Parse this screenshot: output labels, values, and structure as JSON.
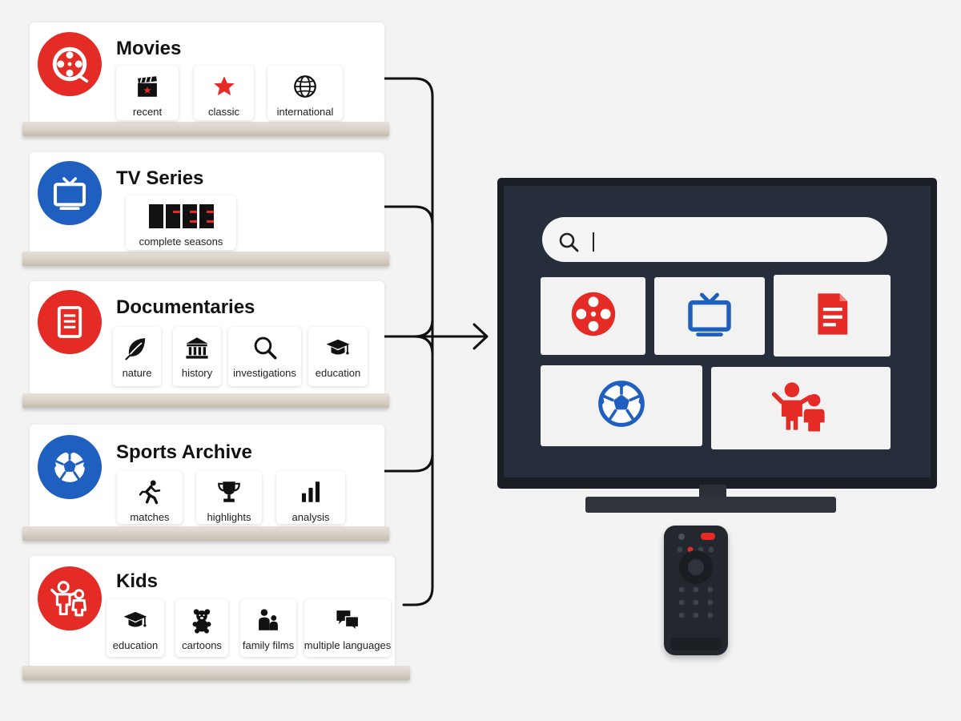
{
  "colors": {
    "red": "#e42b25",
    "blue": "#1f5fc0",
    "ink": "#111111",
    "tv_frame": "#1a1e25",
    "screen": "#262e3c"
  },
  "categories": [
    {
      "title": "Movies",
      "icon": "film-reel-icon",
      "color": "#e42b25",
      "tiles": [
        {
          "label": "recent",
          "icon": "clapperboard-icon"
        },
        {
          "label": "classic",
          "icon": "star-icon"
        },
        {
          "label": "international",
          "icon": "globe-icon"
        }
      ]
    },
    {
      "title": "TV Series",
      "icon": "tv-icon",
      "color": "#1f5fc0",
      "tiles": [
        {
          "label": "complete seasons",
          "icon": "episode-strips-icon"
        }
      ]
    },
    {
      "title": "Documentaries",
      "icon": "document-icon",
      "color": "#e42b25",
      "tiles": [
        {
          "label": "nature",
          "icon": "leaf-icon"
        },
        {
          "label": "history",
          "icon": "museum-icon"
        },
        {
          "label": "investigations",
          "icon": "magnifier-icon"
        },
        {
          "label": "education",
          "icon": "graduation-cap-icon"
        }
      ]
    },
    {
      "title": "Sports Archive",
      "icon": "soccer-ball-icon",
      "color": "#1f5fc0",
      "tiles": [
        {
          "label": "matches",
          "icon": "running-icon"
        },
        {
          "label": "highlights",
          "icon": "trophy-icon"
        },
        {
          "label": "analysis",
          "icon": "bar-chart-icon"
        }
      ]
    },
    {
      "title": "Kids",
      "icon": "children-icon",
      "color": "#e42b25",
      "tiles": [
        {
          "label": "education",
          "icon": "graduation-cap-icon"
        },
        {
          "label": "cartoons",
          "icon": "teddy-bear-icon"
        },
        {
          "label": "family films",
          "icon": "family-icon"
        },
        {
          "label": "multiple languages",
          "icon": "speech-bubbles-icon"
        }
      ]
    }
  ],
  "tv": {
    "search_icon": "search-icon",
    "screen_tiles": [
      {
        "icon": "film-reel-icon"
      },
      {
        "icon": "tv-icon"
      },
      {
        "icon": "document-icon"
      },
      {
        "icon": "soccer-ball-icon"
      },
      {
        "icon": "children-icon"
      }
    ]
  },
  "remote": {
    "icon": "remote-control-icon"
  }
}
